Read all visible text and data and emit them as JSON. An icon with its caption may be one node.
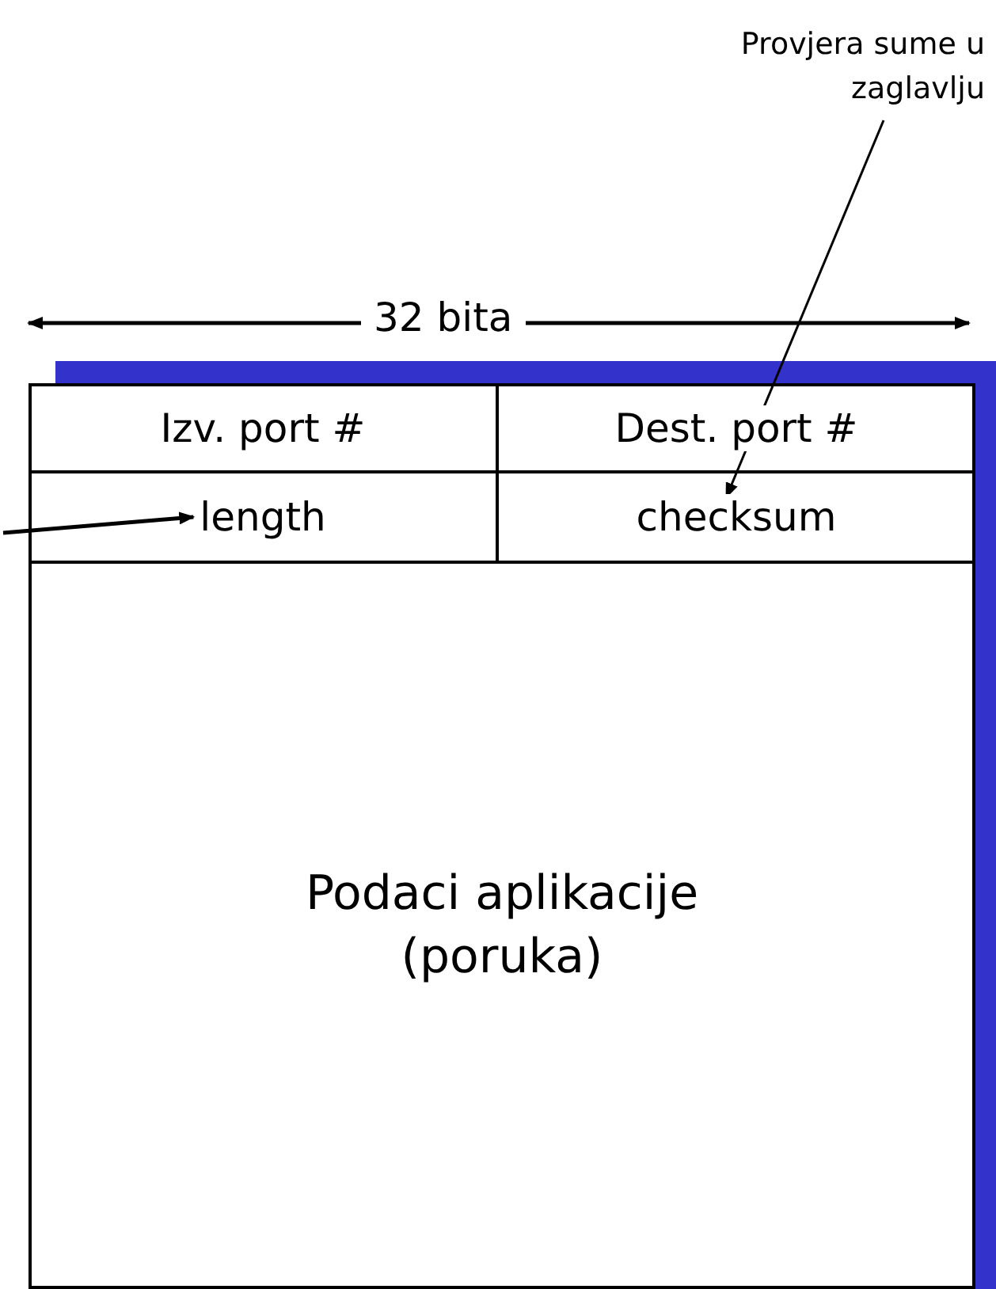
{
  "diagram": {
    "nodes": [
      {
        "text": [
          "Provjera sume u zaglavlju"
        ]
      },
      {
        "text": [],
        "shape": "box"
      },
      {
        "text": [
          "Izv. port #"
        ],
        "in": 1
      },
      {
        "text": [
          "Dest. port #"
        ],
        "in": 1
      },
      {
        "text": [
          "length"
        ],
        "in": 1
      },
      {
        "text": [
          "checksum"
        ],
        "in": 1
      },
      {
        "text": [
          "Podaci aplikacije (poruka)"
        ],
        "in": 1
      }
    ],
    "edges": [
      {
        "from": 0,
        "to": 5,
        "arrow": "to"
      },
      {
        "from": null,
        "to": 4,
        "arrow": "to"
      }
    ],
    "labels": [
      "32 bita"
    ]
  }
}
